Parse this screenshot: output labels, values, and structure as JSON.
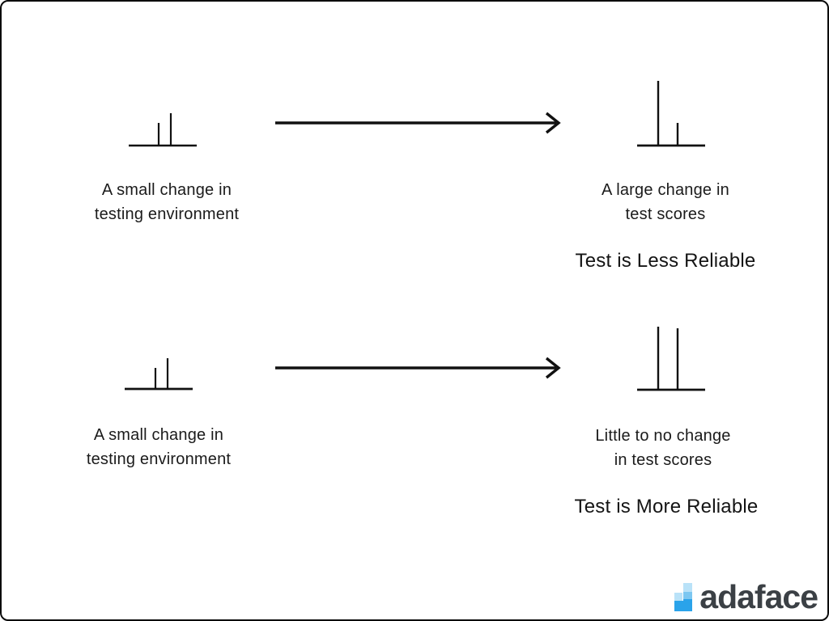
{
  "page": {
    "background": "#ffffff",
    "border_color": "#0a0a0a",
    "line_color": "#111111"
  },
  "rows": [
    {
      "left_caption": "A small change in\ntesting environment",
      "right_caption": "A large change in\ntest scores",
      "conclusion": "Test is Less Reliable"
    },
    {
      "left_caption": "A small change in\ntesting environment",
      "right_caption": "Little to no change\nin test scores",
      "conclusion": "Test is More Reliable"
    }
  ],
  "icons": {
    "left_chart": "small-bars-chart-icon",
    "row1_right_chart": "large-change-bars-chart-icon",
    "row2_right_chart": "no-change-bars-chart-icon",
    "arrow": "right-arrow-icon",
    "logo": "adaface-logo-blocks-icon"
  },
  "brand": {
    "name": "adaface",
    "text_color": "#3b4045",
    "logo_blue_light": "#b9e2f8",
    "logo_blue_mid": "#7cc7f1",
    "logo_blue_bright": "#2aa3ea"
  }
}
